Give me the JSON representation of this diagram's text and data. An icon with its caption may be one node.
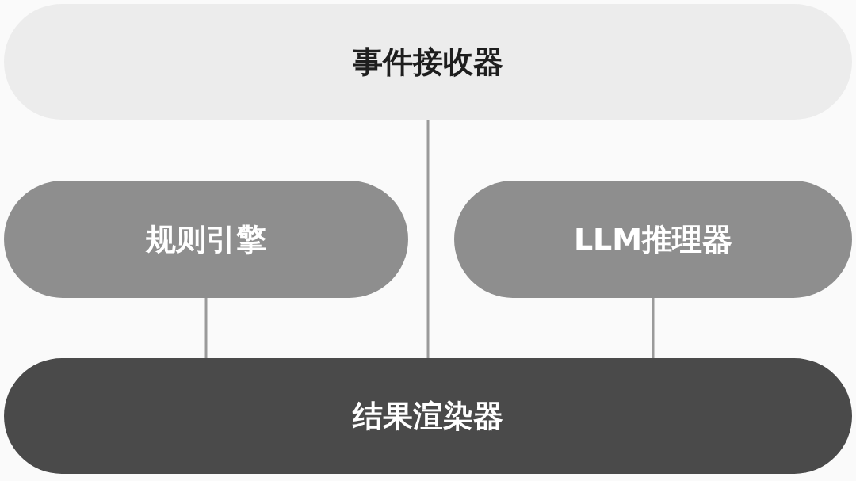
{
  "diagram": {
    "nodes": [
      {
        "text": [
          "事件接收器"
        ]
      },
      {
        "text": [
          "规则引擎"
        ]
      },
      {
        "text": [
          "LLM推理器"
        ]
      },
      {
        "text": [
          "结果渲染器"
        ]
      }
    ],
    "edges": [
      {
        "from": 0,
        "to": 3,
        "arrow": "none"
      },
      {
        "from": 1,
        "to": 3,
        "arrow": "none"
      },
      {
        "from": 2,
        "to": 3,
        "arrow": "none"
      }
    ]
  }
}
